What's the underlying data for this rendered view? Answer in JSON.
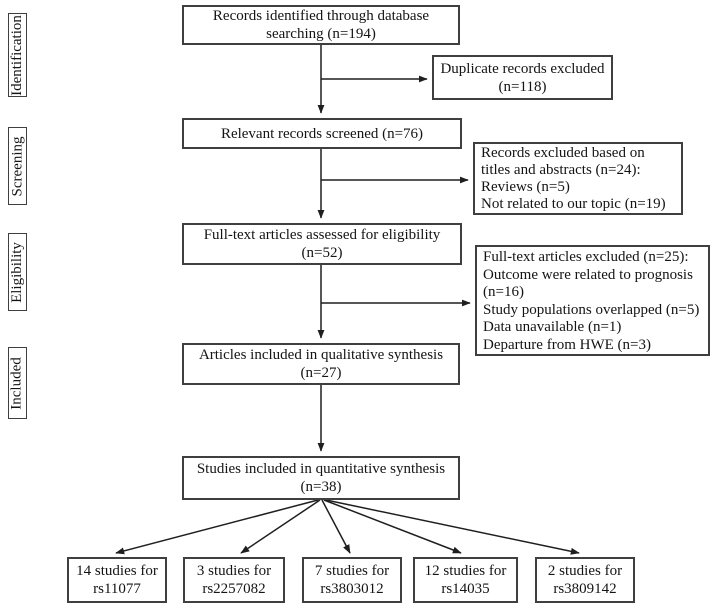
{
  "figure": {
    "background_color": "#ffffff",
    "line_color": "#1f1f1f",
    "border_color": "#3f3f3f"
  },
  "stages": [
    {
      "label": "Identification"
    },
    {
      "label": "Screening"
    },
    {
      "label": "Eligibility"
    },
    {
      "label": "Included"
    }
  ],
  "boxes": {
    "identified": {
      "lines": [
        "Records identified through database",
        "searching (n=194)"
      ]
    },
    "duplicates_excluded": {
      "lines": [
        "Duplicate records excluded",
        "(n=118)"
      ]
    },
    "screened": {
      "lines": [
        "Relevant records screened (n=76)"
      ]
    },
    "screening_excluded": {
      "lines": [
        "Records excluded based on",
        "titles and abstracts (n=24):",
        "Reviews (n=5)",
        "Not related to our topic (n=19)"
      ]
    },
    "fulltext_assessed": {
      "lines": [
        "Full-text articles assessed for eligibility",
        "(n=52)"
      ]
    },
    "fulltext_excluded": {
      "lines": [
        "Full-text articles excluded (n=25):",
        "Outcome were related to prognosis",
        "(n=16)",
        "Study populations overlapped (n=5)",
        "Data unavailable (n=1)",
        "Departure from HWE (n=3)"
      ]
    },
    "qualitative_synthesis": {
      "lines": [
        "Articles included in qualitative synthesis",
        "(n=27)"
      ]
    },
    "quantitative_synthesis": {
      "lines": [
        "Studies included in quantitative synthesis",
        "(n=38)"
      ]
    }
  },
  "snp_boxes": [
    {
      "lines": [
        "14 studies for",
        "rs11077"
      ]
    },
    {
      "lines": [
        "3 studies for",
        "rs2257082"
      ]
    },
    {
      "lines": [
        "7 studies for",
        "rs3803012"
      ]
    },
    {
      "lines": [
        "12 studies for",
        "rs14035"
      ]
    },
    {
      "lines": [
        "2 studies for",
        "rs3809142"
      ]
    }
  ]
}
